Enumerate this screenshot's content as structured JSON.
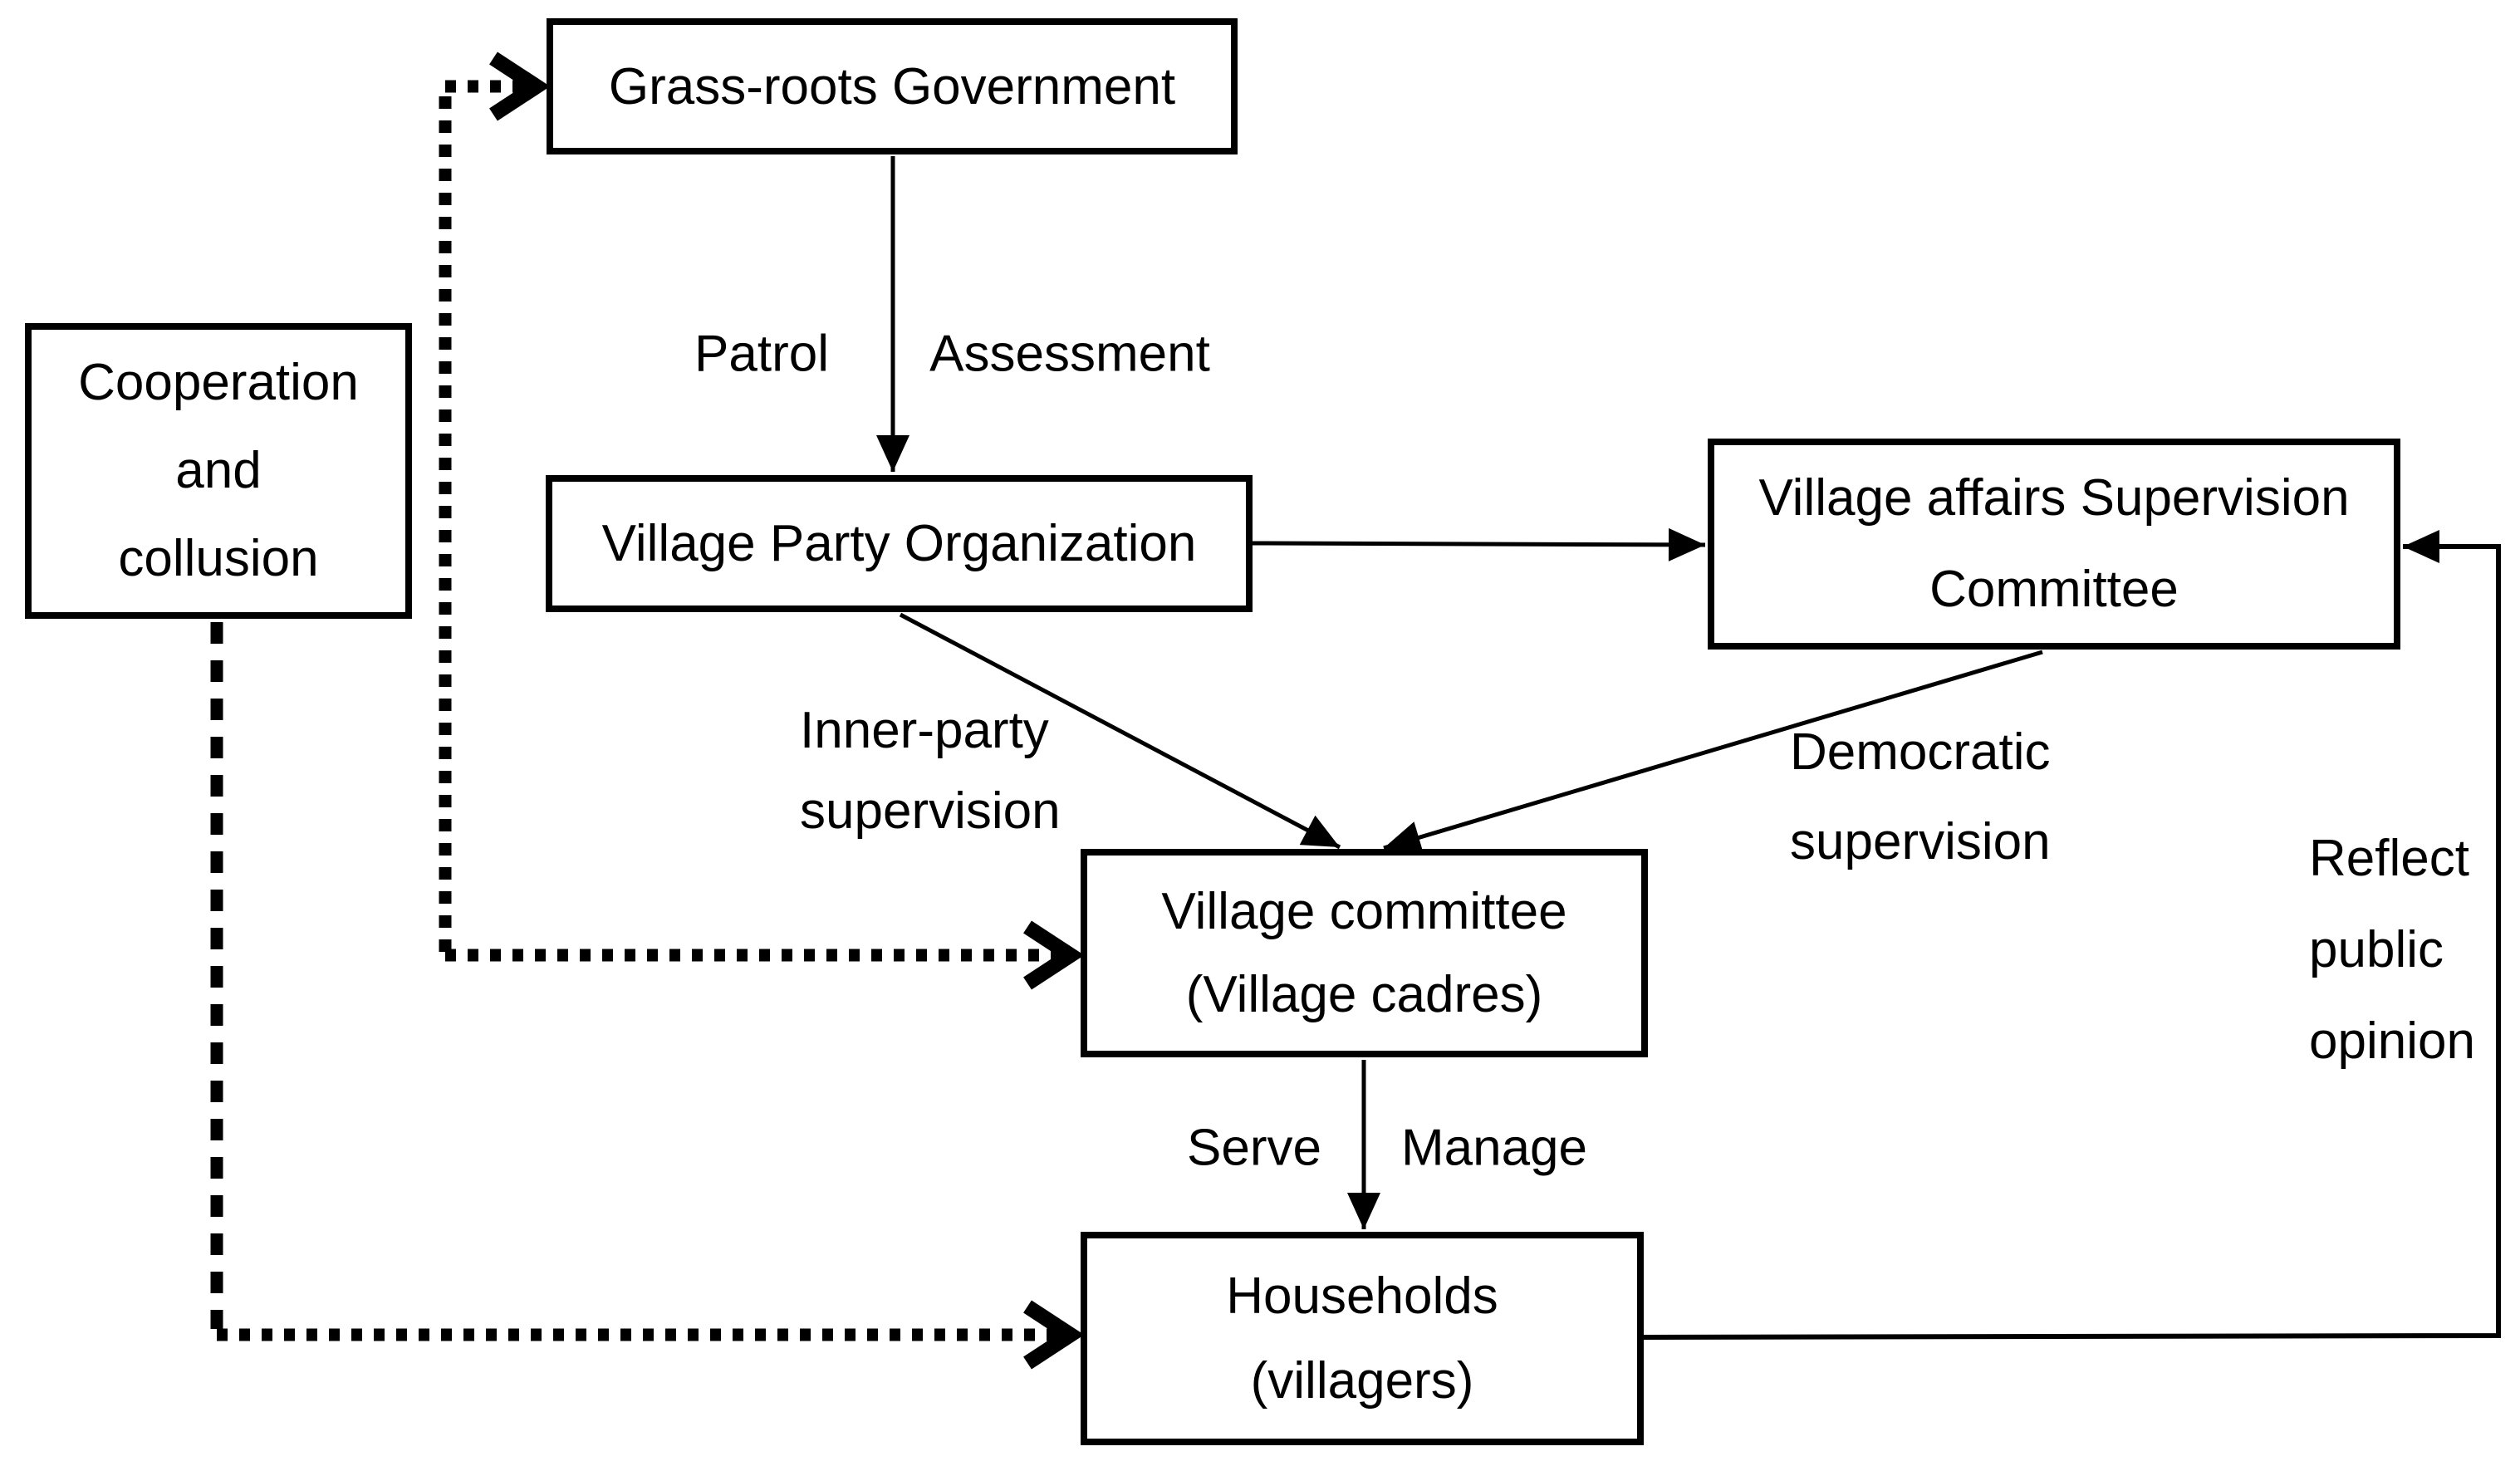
{
  "diagram": {
    "boxes": {
      "grassroots": {
        "label": "Grass-roots Government"
      },
      "cooperation": {
        "line1": "Cooperation",
        "line2": "and",
        "line3": "collusion"
      },
      "vpo": {
        "label": "Village Party Organization"
      },
      "vasc": {
        "line1": "Village affairs Supervision",
        "line2": "Committee"
      },
      "vc": {
        "line1": "Village committee",
        "line2": "(Village cadres)"
      },
      "households": {
        "line1": "Households",
        "line2": "(villagers)"
      }
    },
    "labels": {
      "patrol": "Patrol",
      "assessment": "Assessment",
      "inner_party_line1": "Inner-party",
      "inner_party_line2": "supervision",
      "democratic_line1": "Democratic",
      "democratic_line2": "supervision",
      "serve": "Serve",
      "manage": "Manage",
      "reflect_line1": "Reflect",
      "reflect_line2": "public",
      "reflect_line3": "opinion"
    },
    "colors": {
      "line": "#000000",
      "text": "#000000",
      "background": "#ffffff"
    }
  }
}
